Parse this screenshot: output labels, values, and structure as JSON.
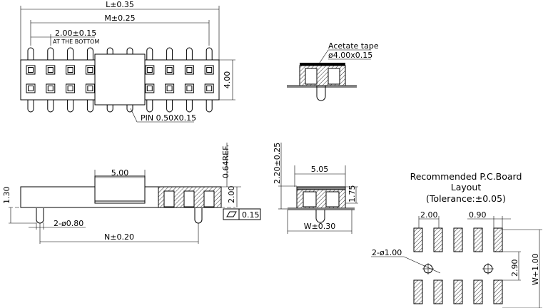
{
  "top_view": {
    "dim_L": "L±0.35",
    "dim_M": "M±0.25",
    "dim_pitch": "2.00±0.15",
    "pitch_note": "AT THE BOTTOM",
    "dim_height": "4.00",
    "pin_note": "PIN  0.50X0.15",
    "pin_count_per_row": 10
  },
  "end_view_top": {
    "tape_label": "Acetate tape",
    "tape_dim": "ø4.00x0.15"
  },
  "side_view": {
    "dim_cap": "5.00",
    "dim_ref": "0.64REF.",
    "dim_body": "2.00",
    "dim_peg": "1.30",
    "dim_peg_dia": "2-ø0.80",
    "dim_N": "N±0.20",
    "flatness_value": "0.15"
  },
  "end_view": {
    "dim_total_height": "2.20±0.25",
    "dim_cap_width": "5.05",
    "dim_body_height": "1.75",
    "dim_W": "W±0.30"
  },
  "pcb_layout": {
    "title": "Recommended  P.C.Board",
    "subtitle": "Layout",
    "tolerance": "(Tolerance:±0.05)",
    "dim_pitch": "2.00",
    "dim_pad_width": "0.90",
    "dim_hole": "2-ø1.00",
    "dim_gap": "2.90",
    "dim_total": "W+1.00",
    "pads_per_row": 5
  }
}
